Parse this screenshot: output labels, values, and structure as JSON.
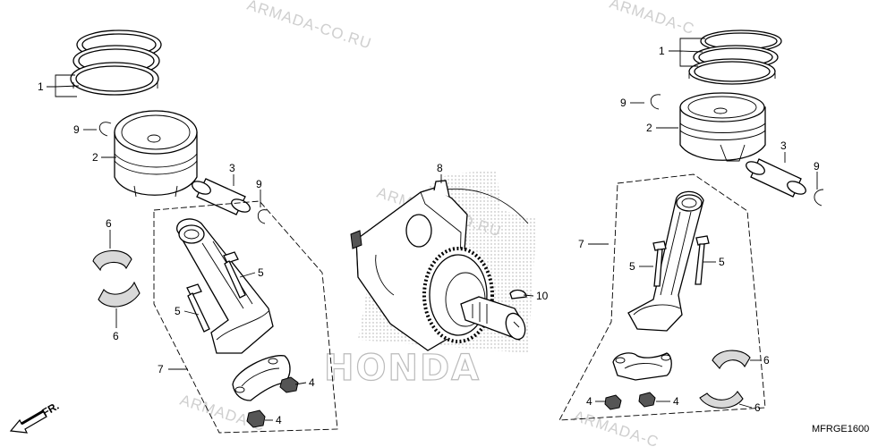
{
  "watermarks": [
    "ARMADA-CO.RU",
    "ARMADA-C",
    "ARMADA-CO.RU",
    "ARMADA-C",
    "ARMADA-C"
  ],
  "logo_text": "HONDA",
  "diagram_code": "MFRGE1600",
  "direction_label": "FR.",
  "callouts": {
    "left_rings": "1",
    "left_clip": "9",
    "left_piston": "2",
    "left_pin": "3",
    "left_pin_clip": "9",
    "left_bearing_upper": "6",
    "left_bearing_lower": "6",
    "left_bolt_upper": "5",
    "left_bolt_lower": "5",
    "left_rod_group": "7",
    "left_nut_upper": "4",
    "left_nut_lower": "4",
    "crankshaft": "8",
    "key": "10",
    "right_rings": "1",
    "right_clip": "9",
    "right_piston": "2",
    "right_pin": "3",
    "right_pin_clip": "9",
    "right_rod_group": "7",
    "right_bolt_left": "5",
    "right_bolt_right": "5",
    "right_bearing_upper": "6",
    "right_bearing_lower": "6",
    "right_nut_left": "4",
    "right_nut_right": "4"
  }
}
